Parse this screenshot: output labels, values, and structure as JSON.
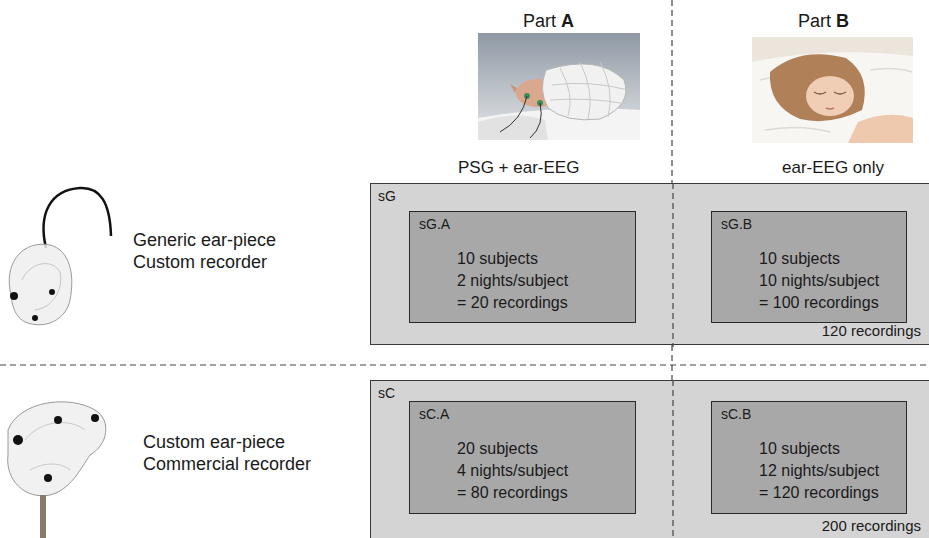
{
  "diagram": {
    "nodes": [
      {
        "text": [
          "sG",
          "120 recordings"
        ]
      },
      {
        "text": [
          "sG.A",
          "10 subjects",
          "2 nights/subject",
          "= 20 recordings"
        ],
        "in": 0
      },
      {
        "text": [
          "sG.B",
          "10 subjects",
          "10 nights/subject",
          "= 100 recordings"
        ],
        "in": 0
      },
      {
        "text": [
          "sC",
          "200 recordings"
        ]
      },
      {
        "text": [
          "sC.A",
          "20 subjects",
          "4 nights/subject",
          "= 80 recordings"
        ],
        "in": 3
      },
      {
        "text": [
          "sC.B",
          "10 subjects",
          "12 nights/subject",
          "= 120 recordings"
        ],
        "in": 3
      }
    ],
    "labels": [
      "Part",
      "A",
      "Part",
      "B",
      "PSG + ear-EEG",
      "ear-EEG only",
      "Generic ear-piece Custom recorder",
      "Custom ear-piece Commercial recorder"
    ]
  }
}
